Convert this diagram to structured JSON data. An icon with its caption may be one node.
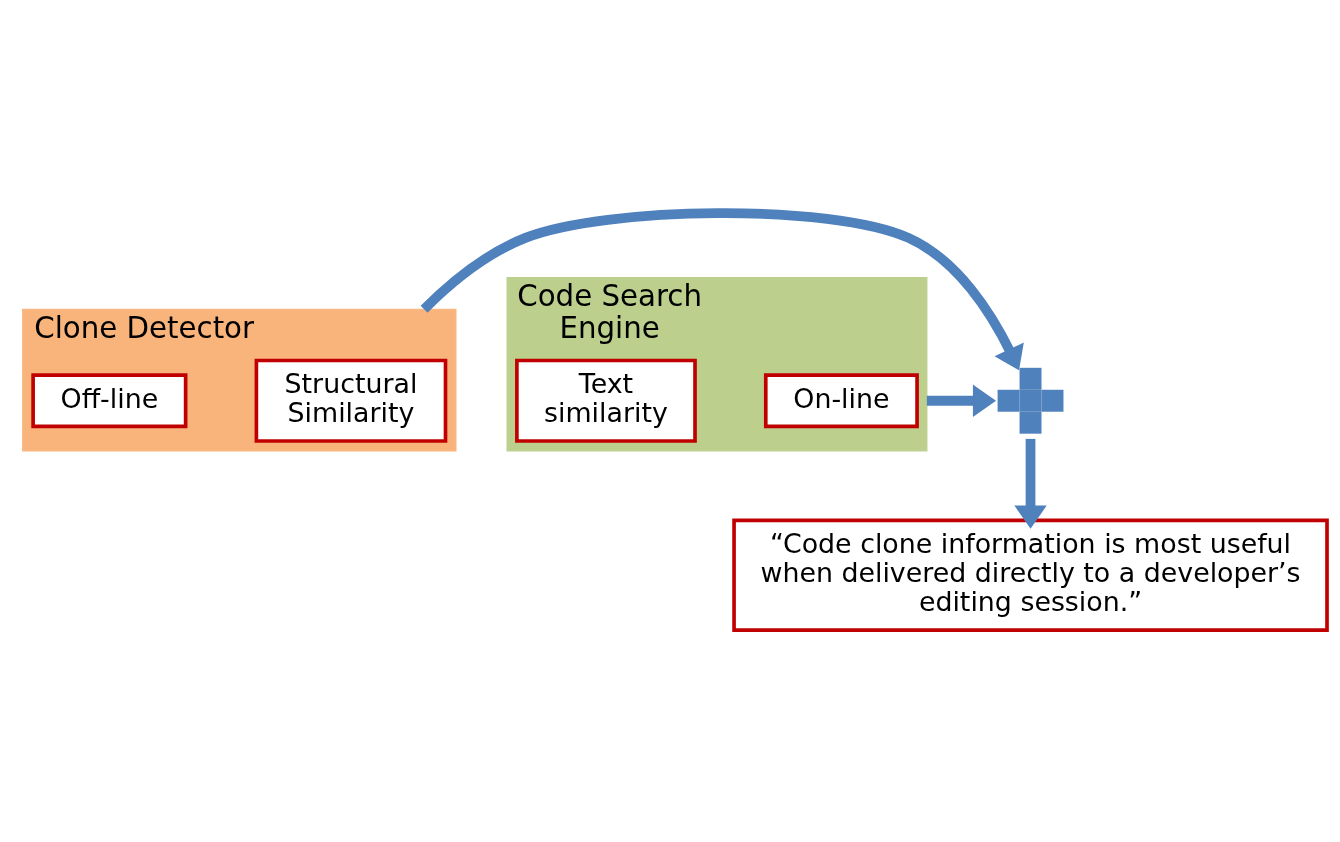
{
  "diagram": {
    "nodes": [
      {
        "text": [
          "Clone Detector"
        ]
      },
      {
        "text": [
          "Structural Similarity"
        ],
        "in": 0
      },
      {
        "text": [
          "Off-line"
        ],
        "in": 0
      },
      {
        "text": [
          "Code Search Engine"
        ]
      },
      {
        "text": [
          "On-line"
        ],
        "in": 3
      },
      {
        "text": [
          "Text similarity"
        ],
        "in": 3
      },
      {
        "text": [],
        "shape": "plus"
      },
      {
        "text": [
          "“Code clone information is most useful when delivered directly to a developer’s editing session.”"
        ]
      }
    ],
    "edges": [
      {
        "from": 0,
        "to": 6,
        "arrow": "to"
      },
      {
        "from": 3,
        "to": 6,
        "arrow": "to"
      },
      {
        "from": 6,
        "to": 7,
        "arrow": "to"
      }
    ]
  }
}
